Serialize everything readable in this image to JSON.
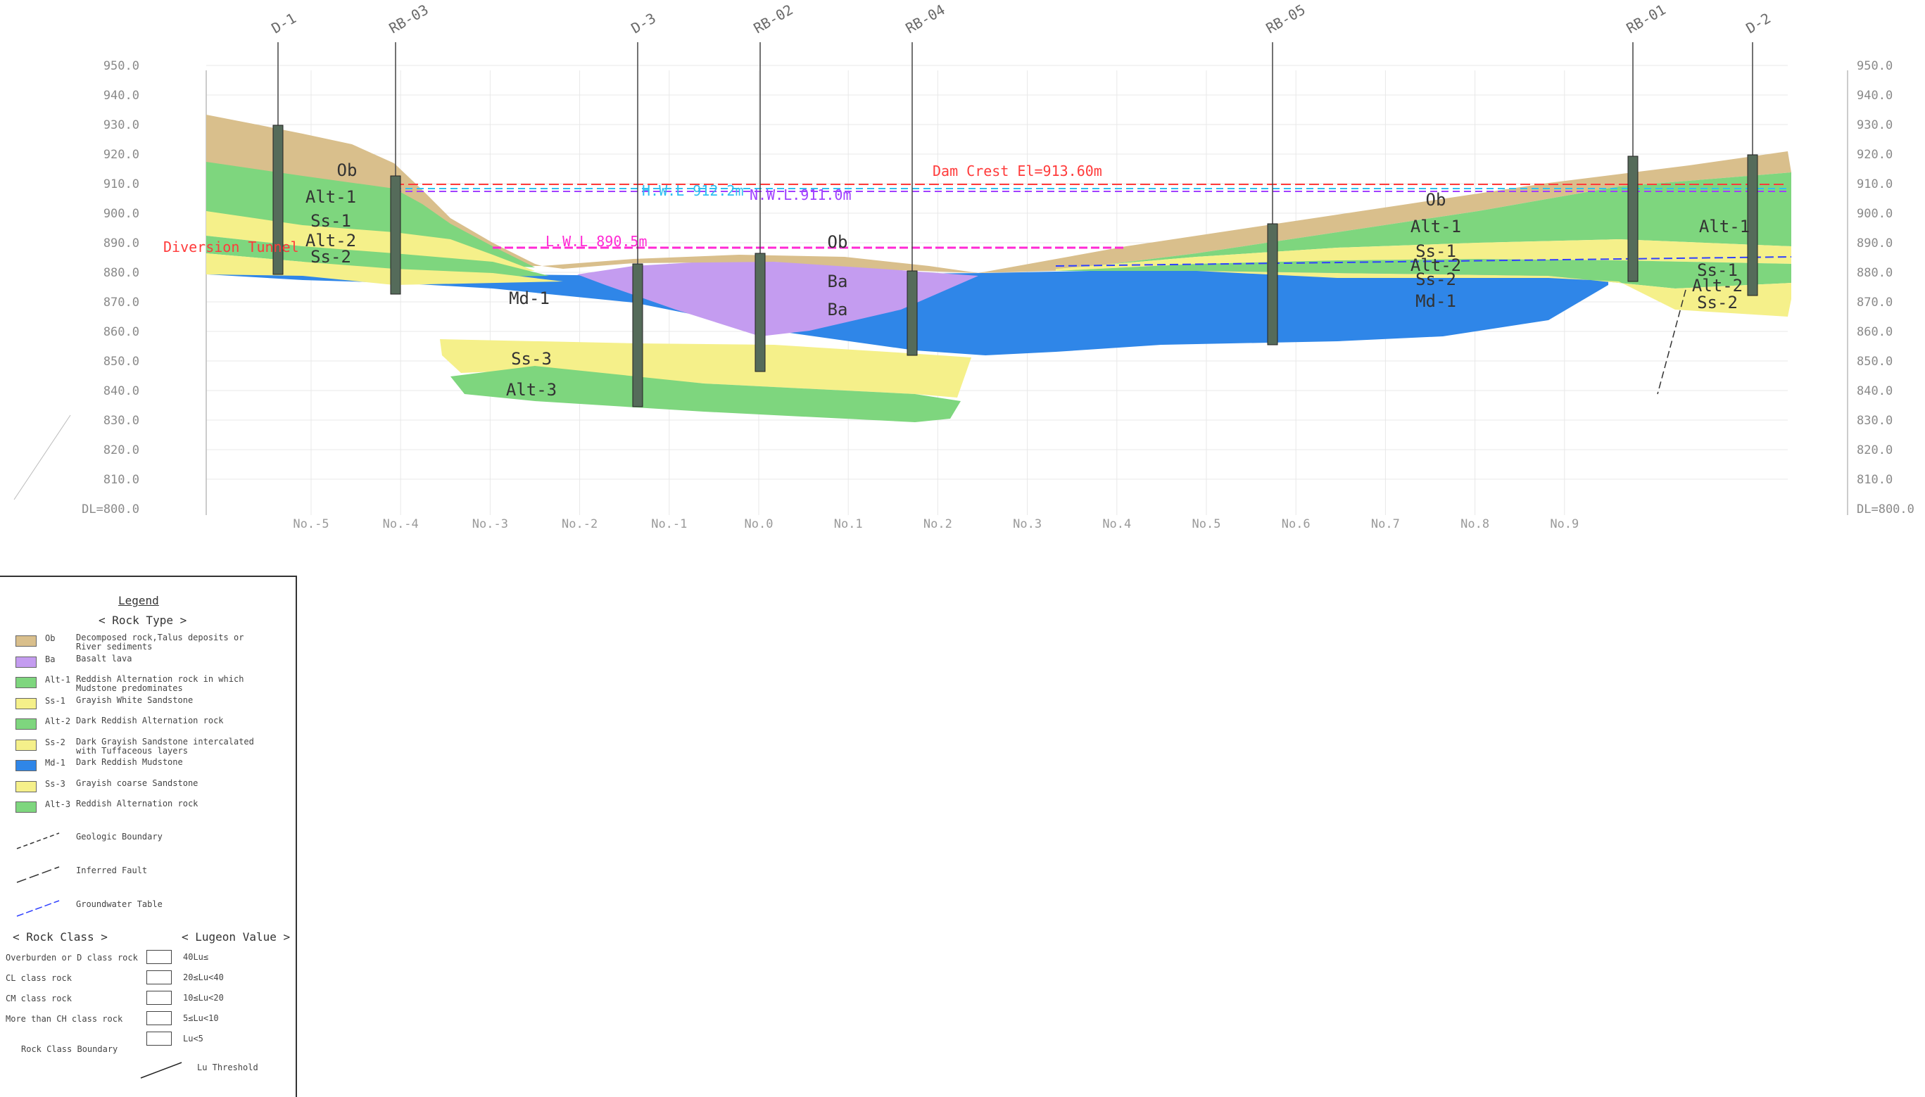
{
  "section": {
    "elevation_labels": [
      "950.0",
      "940.0",
      "930.0",
      "920.0",
      "910.0",
      "900.0",
      "890.0",
      "880.0",
      "870.0",
      "860.0",
      "850.0",
      "840.0",
      "830.0",
      "820.0",
      "810.0",
      "DL=800.0"
    ],
    "right_elevation_labels": [
      "950.0",
      "940.0",
      "930.0",
      "920.0",
      "910.0",
      "900.0",
      "890.0",
      "880.0",
      "870.0",
      "860.0",
      "850.0",
      "840.0",
      "830.0",
      "820.0",
      "810.0",
      "DL=800.0"
    ],
    "stations": [
      "No.-5",
      "No.-4",
      "No.-3",
      "No.-2",
      "No.-1",
      "No.0",
      "No.1",
      "No.2",
      "No.3",
      "No.4",
      "No.5",
      "No.6",
      "No.7",
      "No.8",
      "No.9"
    ],
    "boreholes": [
      "D-1",
      "RB-03",
      "D-3",
      "RB-02",
      "RB-04",
      "RB-05",
      "RB-01",
      "D-2"
    ],
    "unit_labels": [
      "Ob",
      "Ob",
      "Ob",
      "Alt-1",
      "Ss-1",
      "Alt-2",
      "Ss-2",
      "Md-1",
      "Ba",
      "Ba",
      "Ss-3",
      "Alt-3",
      "Alt-1",
      "Ss-1",
      "Alt-2",
      "Ss-2",
      "Md-1",
      "Alt-1",
      "Ss-1",
      "Alt-2",
      "Ss-2"
    ],
    "annotations": {
      "dam_crest": "Dam Crest El=913.60m",
      "hwl": "H.W.L 912.2m",
      "nwl": "N.W.L.911.0m",
      "lwl": "L.W.L 890.5m",
      "diversion": "Diversion Tunnel"
    },
    "colors": {
      "Ob": "#d9bf8c",
      "Ba": "#c49cf0",
      "Alt": "#7ed67e",
      "Ss": "#f5f08a",
      "Md": "#2f86e8",
      "dam_crest": "#ff3b3b",
      "hwl": "#2ec0f0",
      "nwl": "#a040ff",
      "lwl": "#ff2ad4"
    }
  },
  "legend": {
    "title": "Legend",
    "rock_type_heading": "< Rock Type >",
    "rock_types": [
      {
        "code": "Ob",
        "desc": "Decomposed rock,Talus deposits or River sediments",
        "color": "#d9bf8c"
      },
      {
        "code": "Ba",
        "desc": "Basalt lava",
        "color": "#c49cf0"
      },
      {
        "code": "Alt-1",
        "desc": "Reddish Alternation rock in which Mudstone predominates",
        "color": "#7ed67e"
      },
      {
        "code": "Ss-1",
        "desc": "Grayish White Sandstone",
        "color": "#f5f08a"
      },
      {
        "code": "Alt-2",
        "desc": "Dark Reddish Alternation rock",
        "color": "#7ed67e"
      },
      {
        "code": "Ss-2",
        "desc": "Dark Grayish Sandstone intercalated with Tuffaceous layers",
        "color": "#f5f08a"
      },
      {
        "code": "Md-1",
        "desc": "Dark Reddish Mudstone",
        "color": "#2f86e8"
      },
      {
        "code": "Ss-3",
        "desc": "Grayish coarse Sandstone",
        "color": "#f5f08a"
      },
      {
        "code": "Alt-3",
        "desc": "Reddish Alternation rock",
        "color": "#7ed67e"
      }
    ],
    "lines": [
      "Geologic Boundary",
      "Inferred Fault",
      "Groundwater Table"
    ],
    "rock_class_heading": "< Rock Class >",
    "lugeon_heading": "< Lugeon Value >",
    "rock_classes": [
      "Overburden or D class rock",
      "CL class rock",
      "CM class rock",
      "More than CH class rock",
      "Rock Class Boundary"
    ],
    "lugeon_values": [
      "40Lu≤",
      "20≤Lu<40",
      "10≤Lu<20",
      "5≤Lu<10",
      "Lu<5"
    ],
    "lu_threshold": "Lu Threshold"
  }
}
